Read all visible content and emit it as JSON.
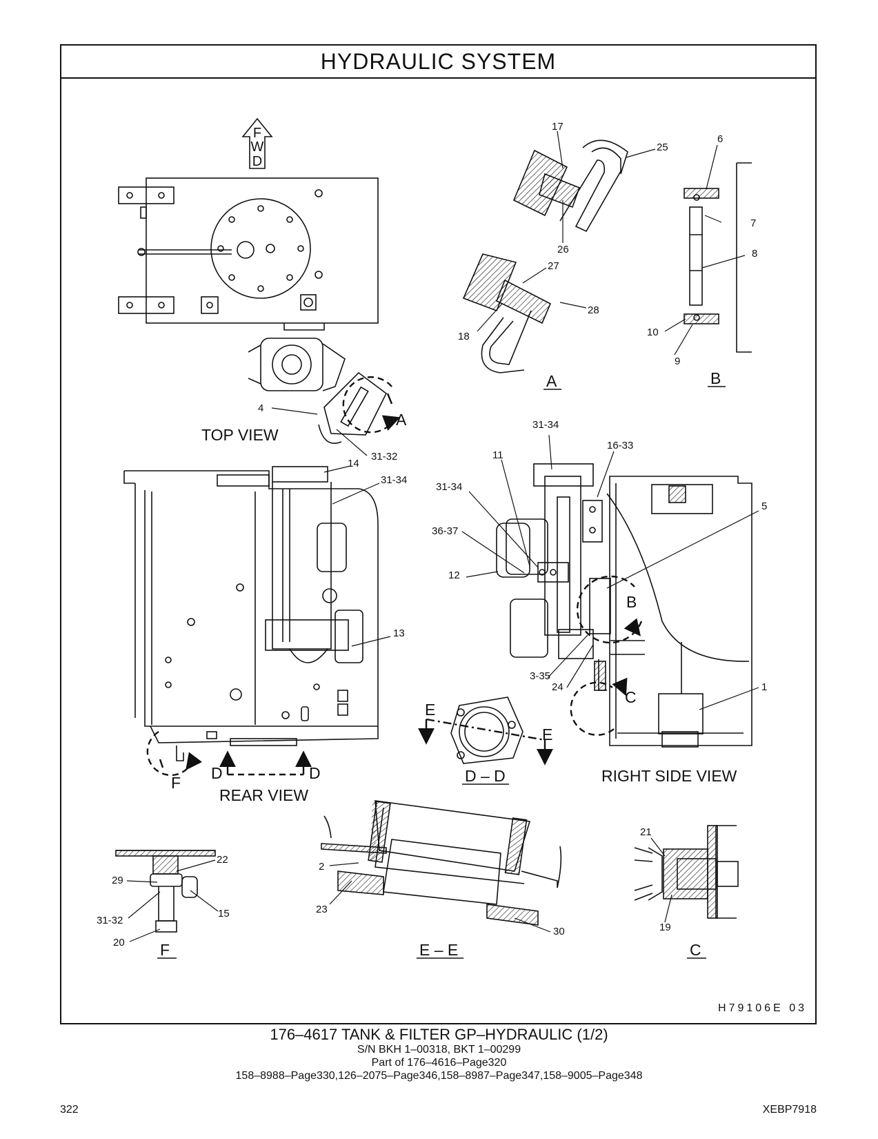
{
  "header": {
    "title": "HYDRAULIC   SYSTEM"
  },
  "figure_code": "H79106E   03",
  "fwd_arrow": {
    "letters": [
      "F",
      "W",
      "D"
    ]
  },
  "views": {
    "top_view": "TOP  VIEW",
    "rear_view": "REAR VIEW",
    "right_side_view": "RIGHT SIDE VIEW",
    "detail_a": "A",
    "detail_b": "B",
    "detail_f": "F",
    "section_dd": "D – D",
    "section_ee": "E – E",
    "detail_c": "C"
  },
  "section_markers": {
    "a": "A",
    "b": "B",
    "c": "C",
    "d1": "D",
    "d2": "D",
    "e1": "E",
    "e2": "E",
    "f": "F"
  },
  "callouts": {
    "c17": "17",
    "c25": "25",
    "c26": "26",
    "c27": "27",
    "c28": "28",
    "c18": "18",
    "c6": "6",
    "c7": "7",
    "c8": "8",
    "c10": "10",
    "c9": "9",
    "c4": "4",
    "c31_32_top": "31-32",
    "c14": "14",
    "c31_34_rear": "31-34",
    "c13": "13",
    "c31_34_side_top": "31-34",
    "c11": "11",
    "c16_33": "16-33",
    "c31_34_side": "31-34",
    "c5": "5",
    "c36_37": "36-37",
    "c12": "12",
    "c3_35": "3-35",
    "c24": "24",
    "c1": "1",
    "c22": "22",
    "c29": "29",
    "c31_32_f": "31-32",
    "c15": "15",
    "c20": "20",
    "c2": "2",
    "c23": "23",
    "c30": "30",
    "c21": "21",
    "c19": "19"
  },
  "caption": {
    "line1": "176–4617   TANK  &  FILTER  GP–HYDRAULIC (1/2)",
    "line2": "S/N BKH 1–00318, BKT 1–00299",
    "line3": "Part of 176–4616–Page320",
    "line4": "158–8988–Page330,126–2075–Page346,158–8987–Page347,158–9005–Page348"
  },
  "footer": {
    "page_number": "322",
    "doc_id": "XEBP7918"
  }
}
